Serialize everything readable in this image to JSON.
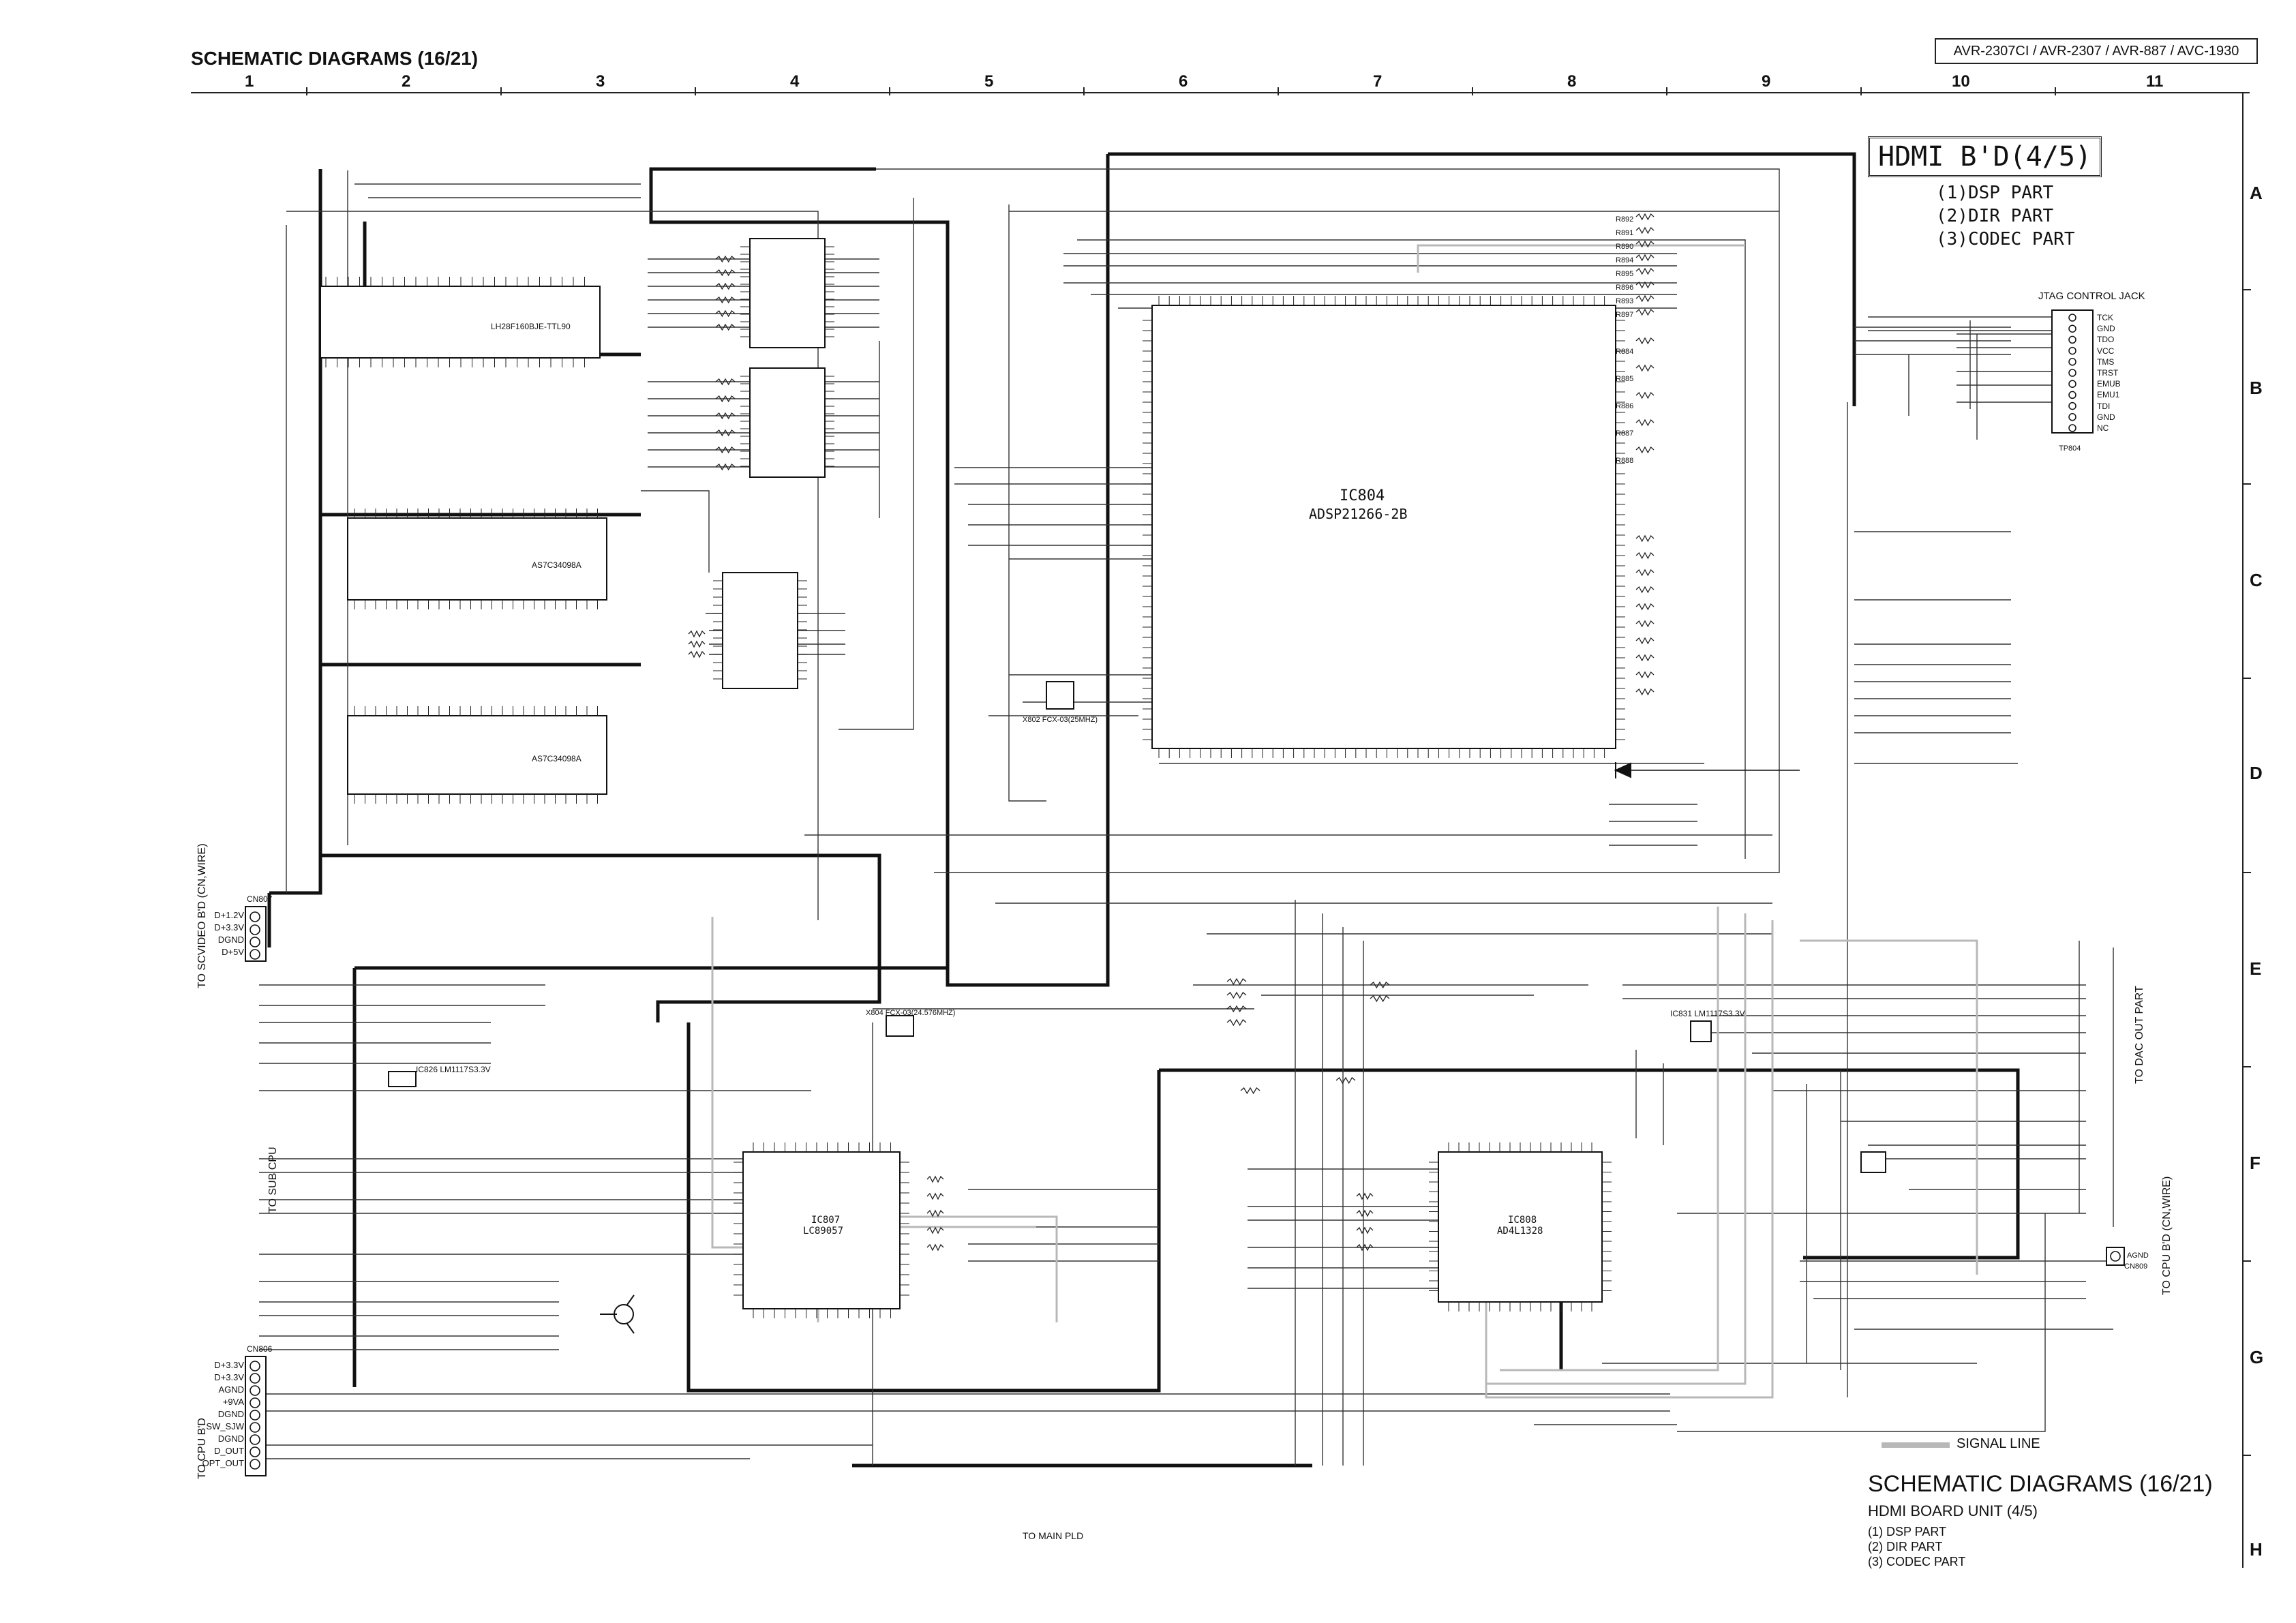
{
  "header": {
    "title": "SCHEMATIC DIAGRAMS (16/21)",
    "models": "AVR-2307CI / AVR-2307 / AVR-887 / AVC-1930"
  },
  "grid": {
    "columns": [
      "1",
      "2",
      "3",
      "4",
      "5",
      "6",
      "7",
      "8",
      "9",
      "10",
      "11"
    ],
    "rows": [
      "A",
      "B",
      "C",
      "D",
      "E",
      "F",
      "G",
      "H"
    ]
  },
  "board": {
    "title": "HDMI B'D(4/5)",
    "parts": [
      "(1)DSP PART",
      "(2)DIR PART",
      "(3)CODEC PART"
    ]
  },
  "chips": {
    "ic804_ref": "IC804",
    "ic804_part": "ADSP21266-2B",
    "ic807_ref": "IC807",
    "ic807_part": "LC89057",
    "ic808_ref": "IC808",
    "ic808_part": "AD4L1328",
    "ic826": "IC826 LM1117S3.3V",
    "ic831": "IC831 LM1117S3.3V",
    "flash": "LH28F160BJE-TTL90",
    "sram1": "AS7C34098A",
    "sram2": "AS7C34098A",
    "x_dsp": "X802 FCX-03(25MHZ)",
    "x_dir": "X804 FCX-03(24.576MHZ)"
  },
  "connectors": {
    "top_left": {
      "ref": "CN807",
      "pins": [
        "D+1.2V",
        "D+3.3V",
        "DGND",
        "D+5V"
      ],
      "to": "TO SCVIDEO B'D (CN,WIRE)"
    },
    "bottom_left": {
      "ref": "CN806",
      "pins": [
        "D+3.3V",
        "D+3.3V",
        "AGND",
        "+9VA",
        "DGND",
        "SW_SJW",
        "DGND",
        "D_OUT",
        "OPT_OUT"
      ],
      "to": "TO CPU B'D"
    },
    "sub_cpu": "TO SUB CPU",
    "main_pld": "TO MAIN PLD",
    "dac": "TO DAC OUT PART",
    "cpu_right": "TO CPU B'D (CN,WIRE)",
    "cpu_right_ref": "CN809",
    "cpu_right_pin": "AGND"
  },
  "jtag": {
    "title": "JTAG CONTROL JACK",
    "ref": "TP804",
    "pins": [
      "TCK",
      "GND",
      "TDO",
      "VCC",
      "TMS",
      "TRST",
      "EMUB",
      "EMU1",
      "TDI",
      "GND",
      "NC"
    ]
  },
  "resistors": {
    "top": [
      "R892",
      "R891",
      "R890",
      "R894",
      "R895",
      "R896",
      "R893",
      "R897"
    ],
    "side": [
      "R884",
      "R885",
      "R886",
      "R887",
      "R888"
    ]
  },
  "legend": {
    "signal_line": "SIGNAL LINE"
  },
  "footer": {
    "title": "SCHEMATIC DIAGRAMS (16/21)",
    "subtitle": "HDMI BOARD  UNIT  (4/5)",
    "parts": [
      "(1) DSP PART",
      "(2) DIR PART",
      "(3) CODEC PART"
    ]
  }
}
